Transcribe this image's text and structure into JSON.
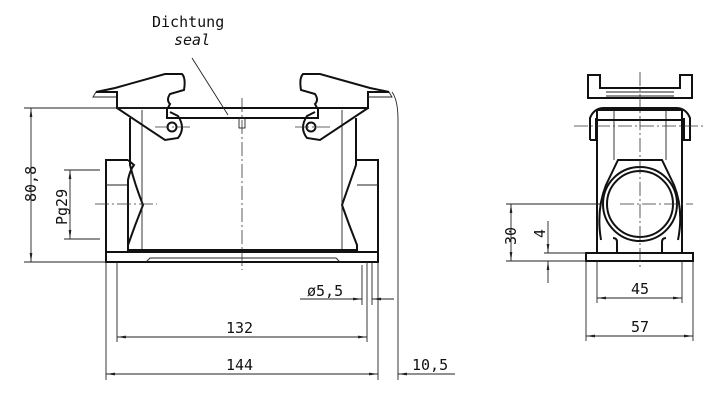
{
  "labels": {
    "seal_de": "Dichtung",
    "seal_en": "seal"
  },
  "dimensions": {
    "height_total": "80,8",
    "thread": "Pg29",
    "hole_diameter": "ø5,5",
    "hole_spacing": "132",
    "length_total": "144",
    "lever_overhang": "10,5",
    "side_center_height": "30",
    "side_base_thickness": "4",
    "side_hole_spacing": "45",
    "side_width_total": "57"
  },
  "colors": {
    "line": "#111111",
    "background": "#ffffff"
  }
}
